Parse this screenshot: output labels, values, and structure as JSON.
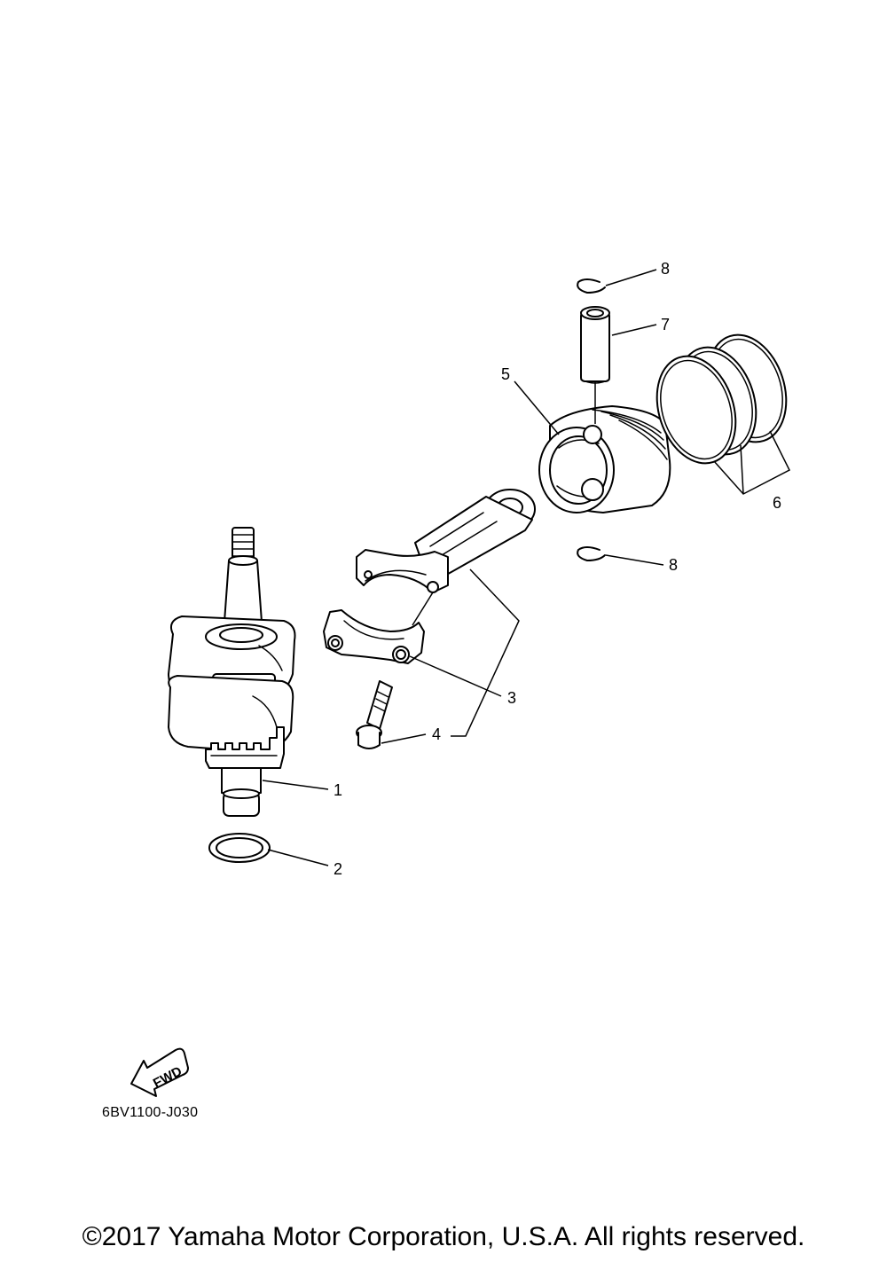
{
  "diagram": {
    "callouts": [
      {
        "id": "1",
        "label": "1"
      },
      {
        "id": "2",
        "label": "2"
      },
      {
        "id": "3",
        "label": "3"
      },
      {
        "id": "4",
        "label": "4"
      },
      {
        "id": "5",
        "label": "5"
      },
      {
        "id": "6",
        "label": "6"
      },
      {
        "id": "7",
        "label": "7"
      },
      {
        "id": "8a",
        "label": "8"
      },
      {
        "id": "8b",
        "label": "8"
      }
    ],
    "fwd_label": "FWD",
    "reference_code": "6BV1100-J030"
  },
  "footer": {
    "copyright": "©2017 Yamaha Motor Corporation, U.S.A. All rights reserved."
  }
}
